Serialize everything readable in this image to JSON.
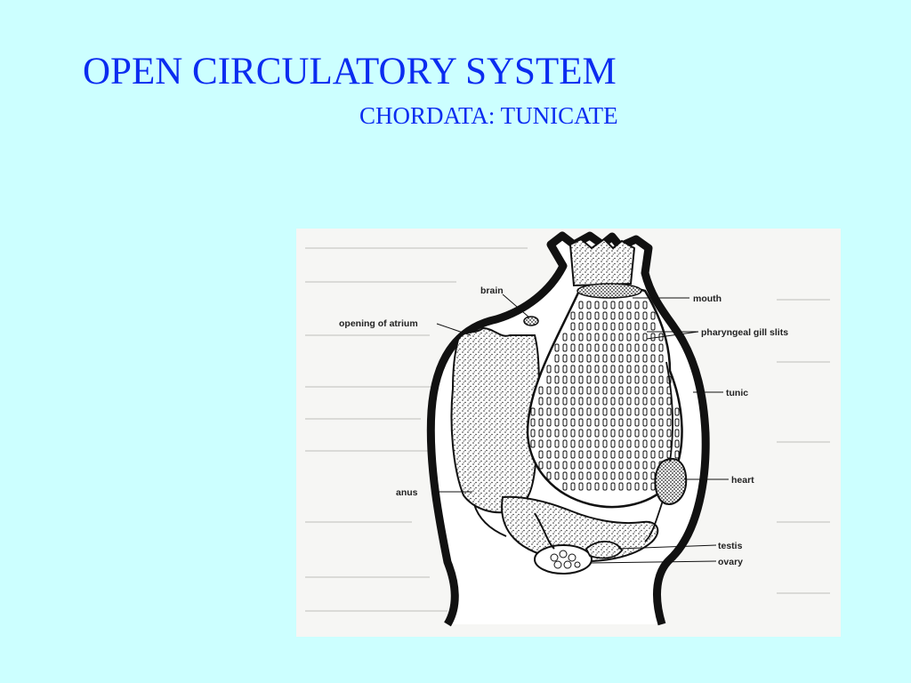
{
  "slide": {
    "title": "OPEN CIRCULATORY SYSTEM",
    "subtitle": "CHORDATA:  TUNICATE",
    "background": "#ccffff",
    "accent": "#0b2cf0"
  },
  "figure": {
    "labels": {
      "brain": "brain",
      "atrium": "opening of atrium",
      "mouth": "mouth",
      "gill": "pharyngeal gill slits",
      "tunic": "tunic",
      "heart": "heart",
      "anus": "anus",
      "testis": "testis",
      "ovary": "ovary"
    }
  }
}
